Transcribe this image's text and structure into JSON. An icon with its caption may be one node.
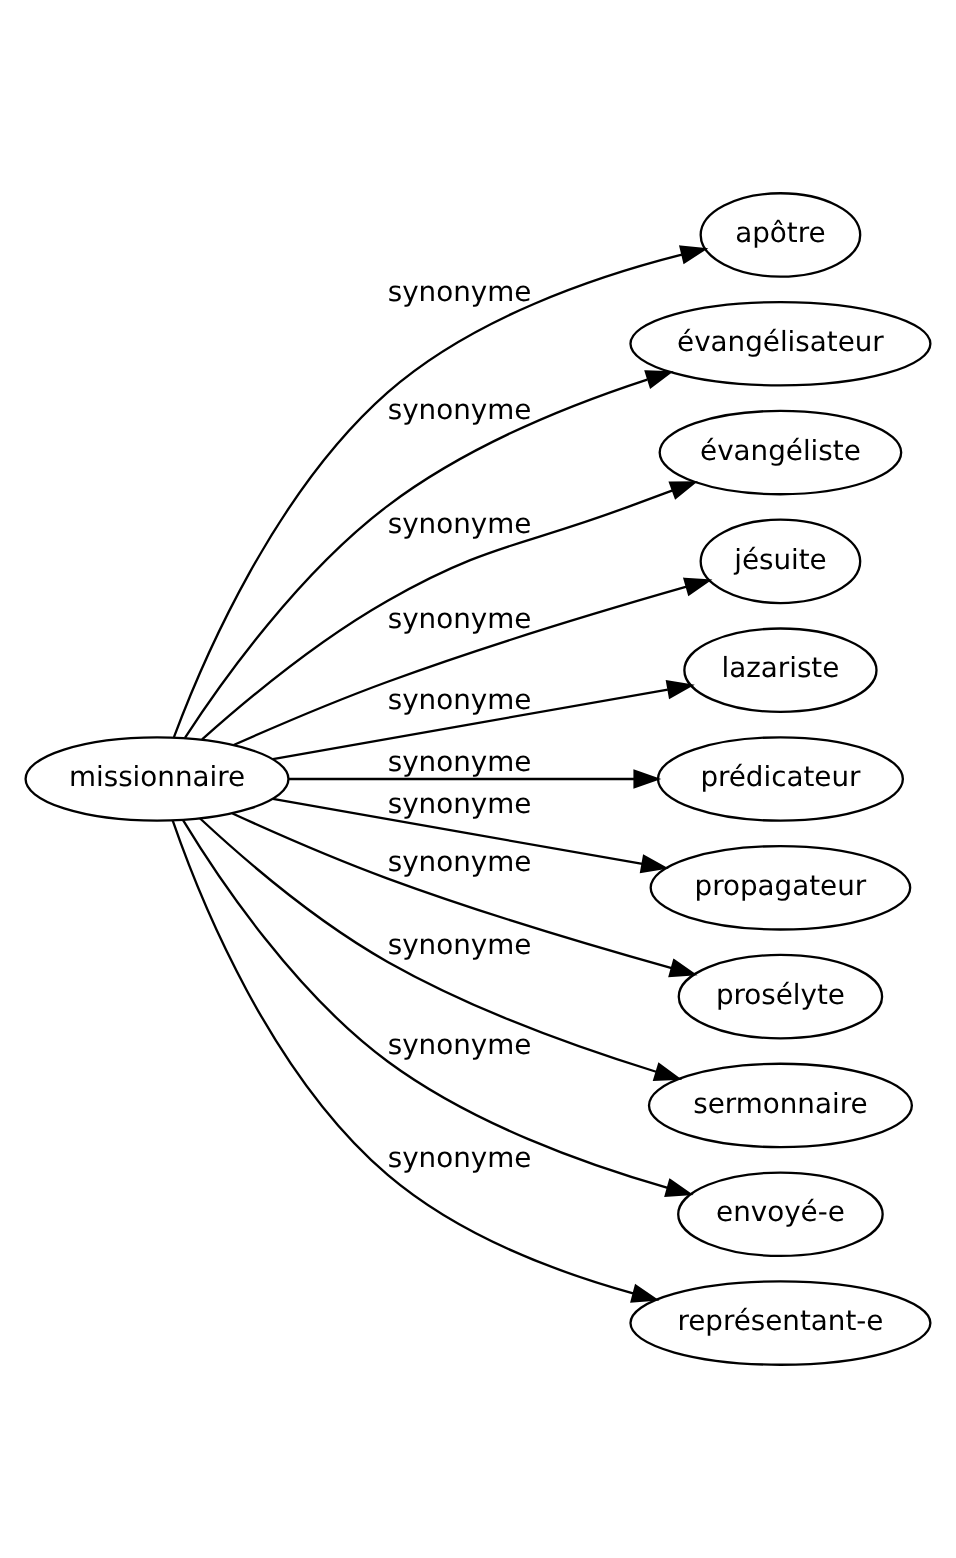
{
  "diagram": {
    "nodes": [
      {
        "text": [
          "missionnaire"
        ]
      },
      {
        "text": [
          "apôtre"
        ]
      },
      {
        "text": [
          "évangélisateur"
        ]
      },
      {
        "text": [
          "évangéliste"
        ]
      },
      {
        "text": [
          "jésuite"
        ]
      },
      {
        "text": [
          "lazariste"
        ]
      },
      {
        "text": [
          "prédicateur"
        ]
      },
      {
        "text": [
          "propagateur"
        ]
      },
      {
        "text": [
          "prosélyte"
        ]
      },
      {
        "text": [
          "sermonnaire"
        ]
      },
      {
        "text": [
          "envoyé-e"
        ]
      },
      {
        "text": [
          "représentant-e"
        ]
      }
    ],
    "edges": [
      {
        "from": 0,
        "to": 1,
        "arrow": "to",
        "label": "synonyme"
      },
      {
        "from": 0,
        "to": 2,
        "arrow": "to",
        "label": "synonyme"
      },
      {
        "from": 0,
        "to": 3,
        "arrow": "to",
        "label": "synonyme"
      },
      {
        "from": 0,
        "to": 4,
        "arrow": "to",
        "label": "synonyme"
      },
      {
        "from": 0,
        "to": 5,
        "arrow": "to",
        "label": "synonyme"
      },
      {
        "from": 0,
        "to": 6,
        "arrow": "to",
        "label": "synonyme"
      },
      {
        "from": 0,
        "to": 7,
        "arrow": "to",
        "label": "synonyme"
      },
      {
        "from": 0,
        "to": 8,
        "arrow": "to",
        "label": "synonyme"
      },
      {
        "from": 0,
        "to": 9,
        "arrow": "to",
        "label": "synonyme"
      },
      {
        "from": 0,
        "to": 10,
        "arrow": "to",
        "label": "synonyme"
      },
      {
        "from": 0,
        "to": 11,
        "arrow": "to",
        "label": "synonyme"
      }
    ]
  }
}
